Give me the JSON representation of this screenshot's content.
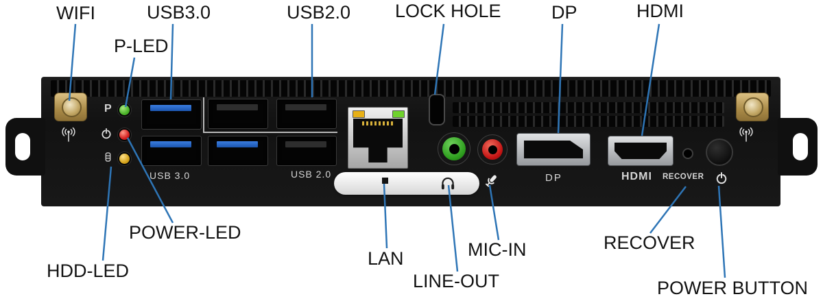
{
  "callouts": [
    {
      "id": "wifi",
      "text": "WIFI"
    },
    {
      "id": "p-led",
      "text": "P-LED"
    },
    {
      "id": "usb3",
      "text": "USB3.0"
    },
    {
      "id": "usb2",
      "text": "USB2.0"
    },
    {
      "id": "lock-hole",
      "text": "LOCK HOLE"
    },
    {
      "id": "dp",
      "text": "DP"
    },
    {
      "id": "hdmi",
      "text": "HDMI"
    },
    {
      "id": "power-led",
      "text": "POWER-LED"
    },
    {
      "id": "hdd-led",
      "text": "HDD-LED"
    },
    {
      "id": "lan",
      "text": "LAN"
    },
    {
      "id": "line-out",
      "text": "LINE-OUT"
    },
    {
      "id": "mic-in",
      "text": "MIC-IN"
    },
    {
      "id": "recover",
      "text": "RECOVER"
    },
    {
      "id": "power-button",
      "text": "POWER BUTTON"
    }
  ],
  "panel_prints": {
    "p_led_label": "P",
    "usb3": "USB 3.0",
    "usb2": "USB 2.0",
    "dp": "DP",
    "hdmi": "HDMI",
    "recover": "RECOVER"
  },
  "icons": [
    "antenna-icon",
    "power-icon",
    "hdd-icon",
    "headphone-icon",
    "mic-icon"
  ],
  "colors": {
    "leader_line": "#2e75b6",
    "label_text": "#121212",
    "chassis": "#141414",
    "usb3_tongue": "#2a6bd4",
    "led_green": "#4db52b",
    "led_red": "#d42020",
    "led_amber": "#d6a51d",
    "lan_led_left": "#e7b016",
    "lan_led_right": "#6fd22c",
    "jack_line_out_green": "#2e9e1e",
    "jack_mic_red": "#c31414",
    "antenna_gold": "#b99a55",
    "port_metal": "#b9bdc2"
  }
}
